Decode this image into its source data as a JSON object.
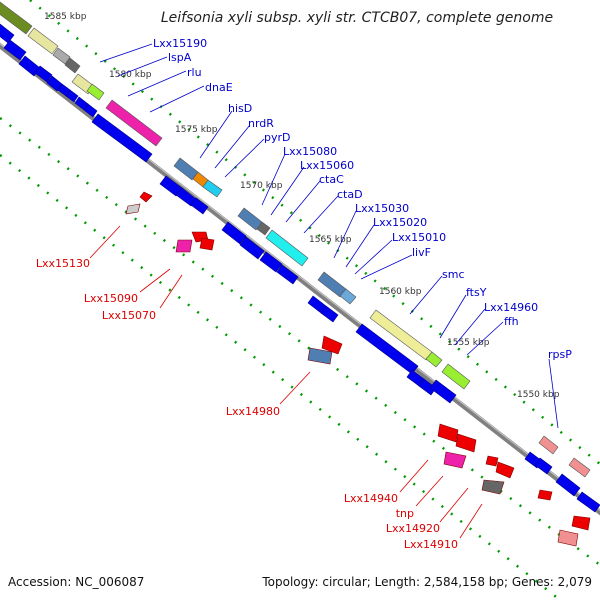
{
  "title": "Leifsonia xyli subsp. xyli str. CTCB07, complete genome",
  "footer": {
    "accession": "Accession: NC_006087",
    "summary": "Topology: circular; Length: 2,584,158 bp; Genes: 2,079"
  },
  "colors": {
    "forward_label": "#0000cc",
    "reverse_label": "#dd0000",
    "backbone": "#808080",
    "cds_forward": "#0000ee",
    "cds_reverse": "#ee0000",
    "ticks": "#009900"
  },
  "scale_labels": [
    "1585 kbp",
    "1580 kbp",
    "1575 kbp",
    "1570 kbp",
    "1565 kbp",
    "1560 kbp",
    "1555 kbp",
    "1550 kbp"
  ],
  "forward_gene_labels": [
    "Lxx15190",
    "lspA",
    "rlu",
    "dnaE",
    "hisD",
    "nrdR",
    "pyrD",
    "Lxx15080",
    "Lxx15060",
    "ctaC",
    "ctaD",
    "Lxx15030",
    "Lxx15020",
    "Lxx15010",
    "livF",
    "smc",
    "ftsY",
    "Lxx14960",
    "ffh",
    "rpsP"
  ],
  "reverse_gene_labels": [
    "Lxx15130",
    "Lxx15090",
    "Lxx15070",
    "Lxx14980",
    "Lxx14940",
    "tnp",
    "Lxx14920",
    "Lxx14910"
  ]
}
